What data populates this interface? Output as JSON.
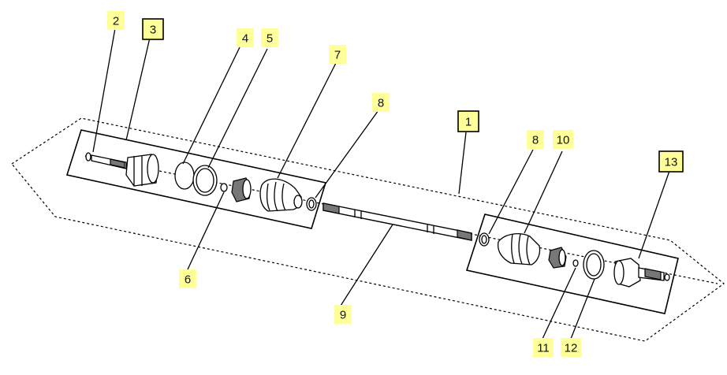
{
  "diagram": {
    "callouts": [
      {
        "id": "c2",
        "label": "2",
        "boxed": false
      },
      {
        "id": "c3",
        "label": "3",
        "boxed": true
      },
      {
        "id": "c4",
        "label": "4",
        "boxed": false
      },
      {
        "id": "c5",
        "label": "5",
        "boxed": false
      },
      {
        "id": "c6",
        "label": "6",
        "boxed": false
      },
      {
        "id": "c7",
        "label": "7",
        "boxed": false
      },
      {
        "id": "c8a",
        "label": "8",
        "boxed": false
      },
      {
        "id": "c9",
        "label": "9",
        "boxed": false
      },
      {
        "id": "c1",
        "label": "1",
        "boxed": true
      },
      {
        "id": "c8b",
        "label": "8",
        "boxed": false
      },
      {
        "id": "c10",
        "label": "10",
        "boxed": false
      },
      {
        "id": "c13",
        "label": "13",
        "boxed": true
      },
      {
        "id": "c11",
        "label": "11",
        "boxed": false
      },
      {
        "id": "c12",
        "label": "12",
        "boxed": false
      }
    ]
  }
}
